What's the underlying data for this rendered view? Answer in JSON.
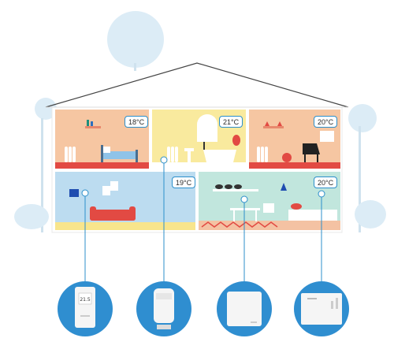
{
  "rooms": [
    {
      "id": "bedroom",
      "temperature": "18°C",
      "wall_color": "#f6c6a2",
      "floor_color": "#e24a43"
    },
    {
      "id": "bathroom",
      "temperature": "21°C",
      "wall_color": "#f9ea9e",
      "floor_color": "#ffffff"
    },
    {
      "id": "living-upper",
      "temperature": "20°C",
      "wall_color": "#f6c6a2",
      "floor_color": "#e24a43"
    },
    {
      "id": "living-lower",
      "temperature": "19°C",
      "wall_color": "#bcdcf0",
      "floor_color": "#f8e58c"
    },
    {
      "id": "kitchen",
      "temperature": "20°C",
      "wall_color": "#c1e6dd",
      "floor_color": "#f4c2a3"
    }
  ],
  "devices": [
    {
      "id": "thermostat",
      "icon": "room-thermostat-icon",
      "display": "21.5"
    },
    {
      "id": "radiator-valve",
      "icon": "radiator-valve-icon",
      "display": ""
    },
    {
      "id": "hub",
      "icon": "wireless-hub-icon",
      "display": ""
    },
    {
      "id": "receiver",
      "icon": "boiler-receiver-icon",
      "display": ""
    }
  ],
  "colors": {
    "accent": "#2c8fcb",
    "device_circle": "#2f8ed0",
    "roof": "#444444",
    "tree": "#d6e9f4"
  }
}
